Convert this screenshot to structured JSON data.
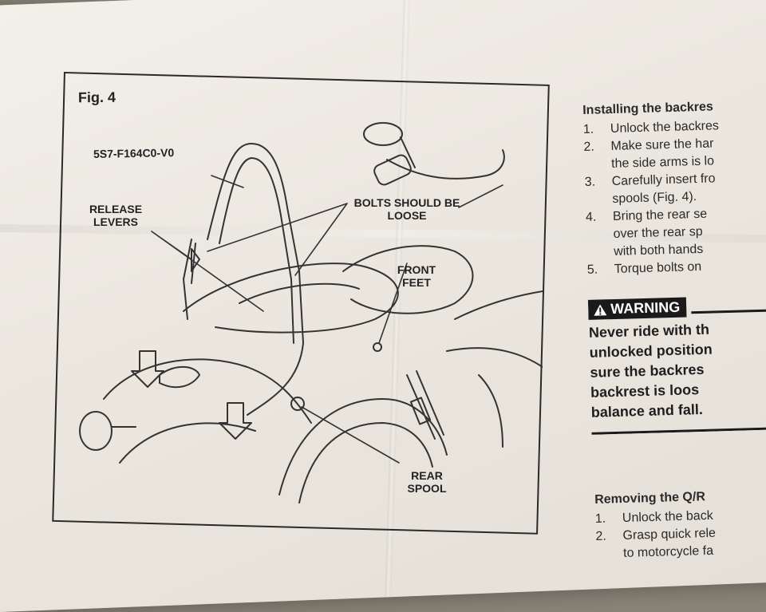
{
  "figure": {
    "title": "Fig. 4",
    "labels": {
      "part_number": "5S7-F164C0-V0",
      "release_levers": "RELEASE LEVERS",
      "bolts_loose": "BOLTS SHOULD BE LOOSE",
      "front_feet": "FRONT FEET",
      "rear_spool": "REAR SPOOL"
    }
  },
  "installing": {
    "title": "Installing the backres",
    "steps": [
      {
        "num": "1.",
        "lines": [
          "Unlock the backres"
        ]
      },
      {
        "num": "2.",
        "lines": [
          "Make sure the har",
          "the side arms is lo"
        ]
      },
      {
        "num": "3.",
        "lines": [
          "Carefully insert fro",
          "spools (Fig. 4)."
        ]
      },
      {
        "num": "4.",
        "lines": [
          "Bring the rear se",
          "over the rear sp",
          "with both hands"
        ]
      },
      {
        "num": "5.",
        "lines": [
          "Torque bolts on"
        ]
      }
    ]
  },
  "warning": {
    "badge": "WARNING",
    "lines": [
      "Never ride with th",
      "unlocked position",
      "sure the backres",
      "backrest is loos",
      "balance and fall."
    ]
  },
  "removing": {
    "title": "Removing the Q/R",
    "steps": [
      {
        "num": "1.",
        "lines": [
          "Unlock the back"
        ]
      },
      {
        "num": "2.",
        "lines": [
          "Grasp quick rele",
          "to motorcycle fa"
        ]
      }
    ]
  }
}
